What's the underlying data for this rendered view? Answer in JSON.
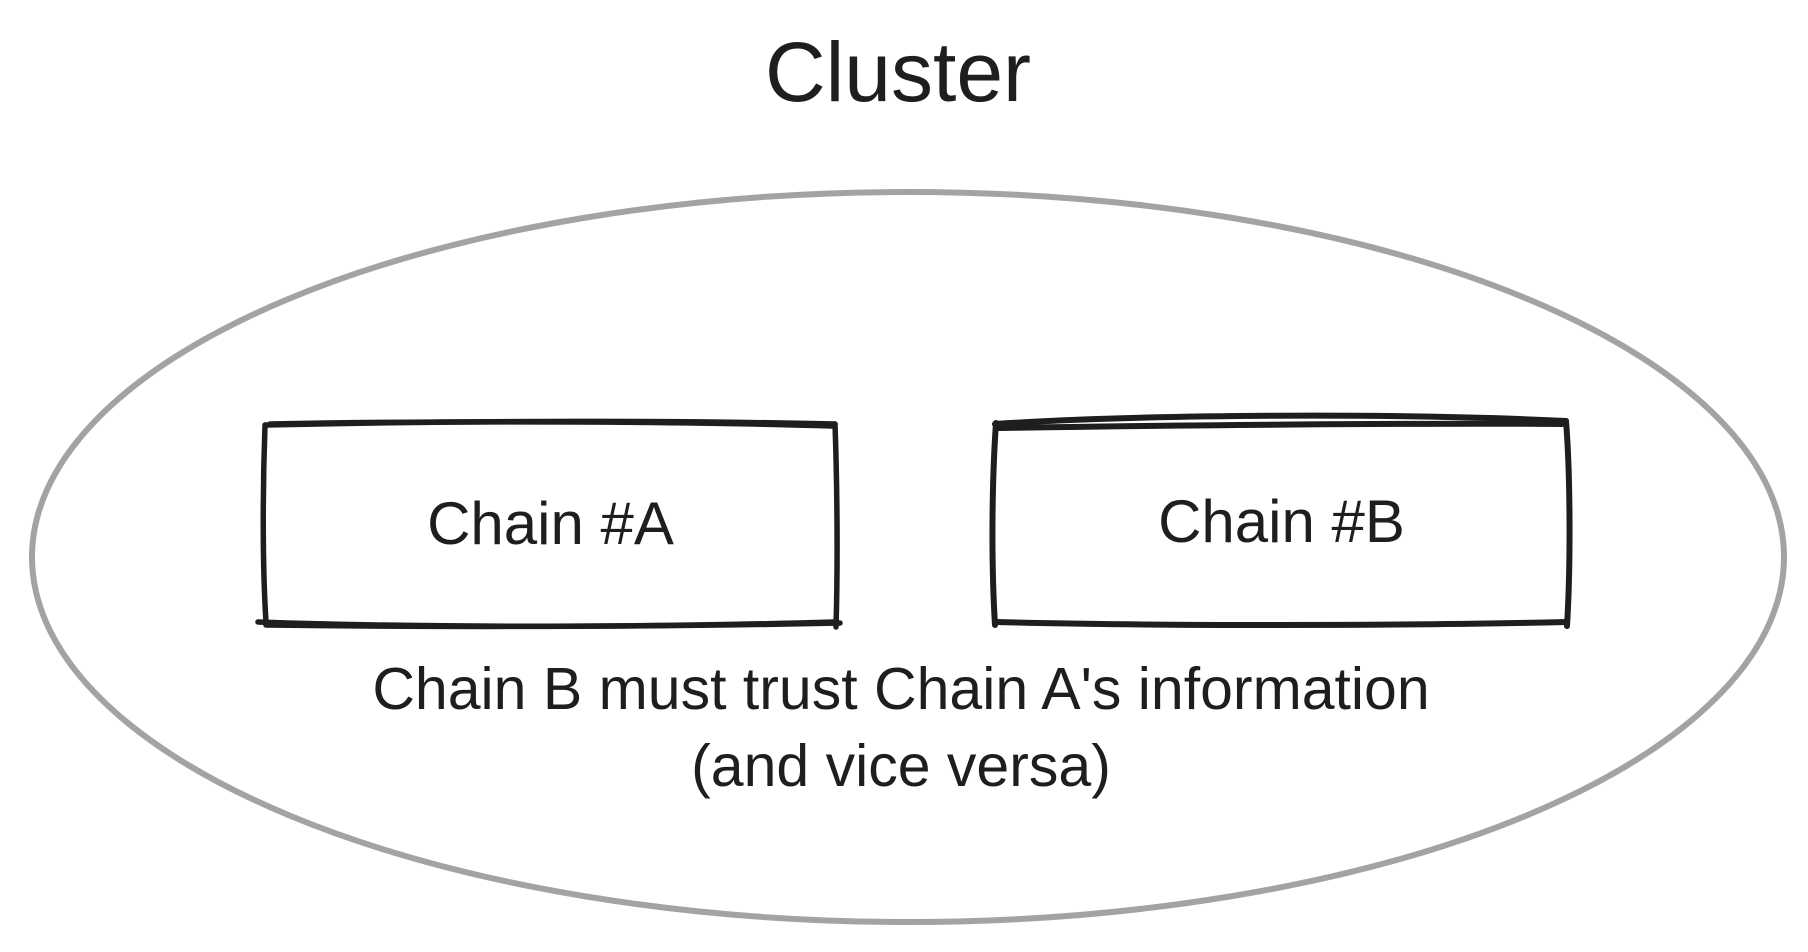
{
  "title": "Cluster",
  "diagram": {
    "nodes": [
      {
        "id": "chain-a",
        "label": "Chain #A"
      },
      {
        "id": "chain-b",
        "label": "Chain #B"
      }
    ],
    "caption_line1": "Chain B must trust Chain A's information",
    "caption_line2": "(and vice versa)",
    "colors": {
      "background": "#ffffff",
      "box_stroke": "#1e1e1e",
      "ellipse_stroke": "#a3a3a3",
      "text": "#1e1e1e"
    }
  }
}
